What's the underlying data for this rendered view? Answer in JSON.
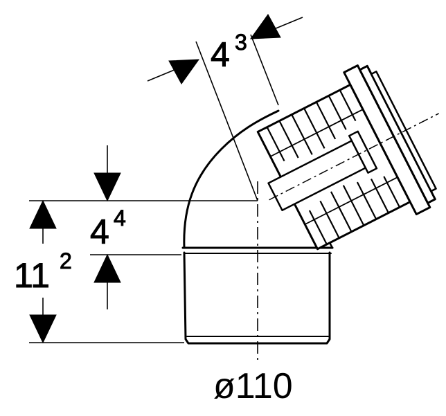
{
  "dimensions": {
    "top_offset": {
      "main": "4",
      "sup": "3"
    },
    "inner_height": {
      "main": "4",
      "sup": "4"
    },
    "total_height": {
      "main": "11",
      "sup": "2"
    },
    "diameter": "ø110"
  },
  "colors": {
    "line": "#000000",
    "background": "#ffffff"
  }
}
